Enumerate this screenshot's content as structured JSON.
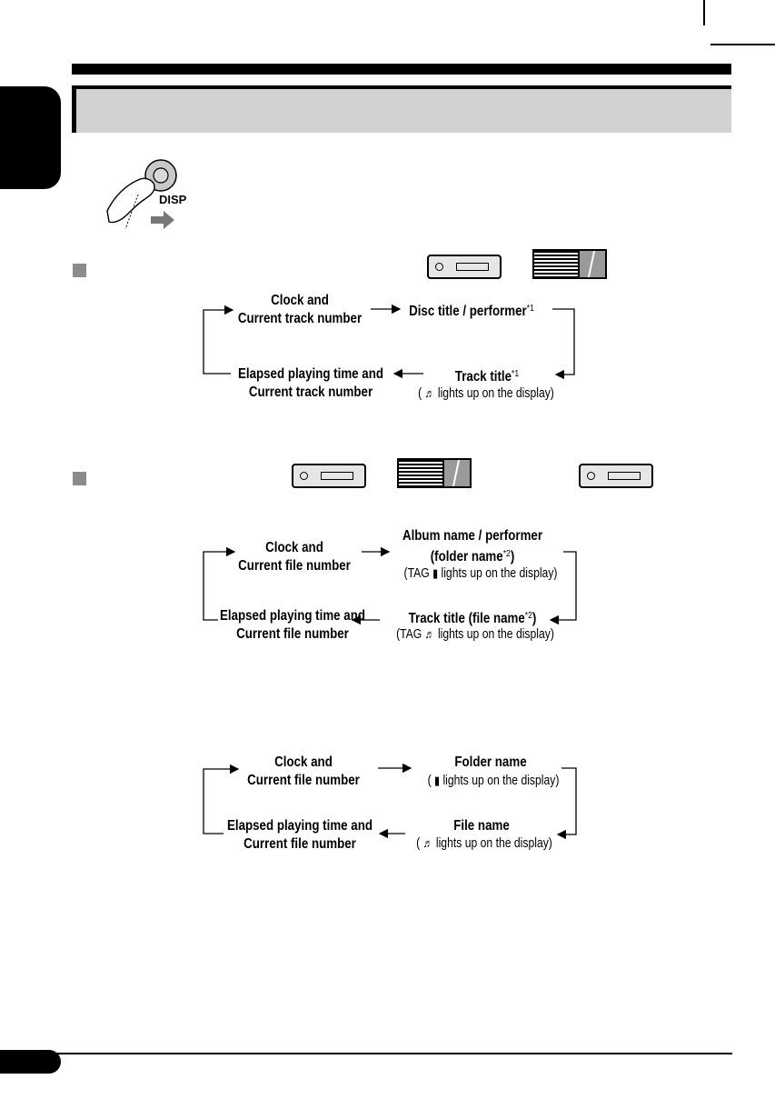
{
  "button": {
    "label": "DISP"
  },
  "diagram1": {
    "clock": [
      "Clock and",
      "Current track number"
    ],
    "disc": "Disc title / performer",
    "disc_mark": "*1",
    "track": "Track title",
    "track_mark": "*1",
    "track_note": [
      "(",
      "lights up on the display)"
    ],
    "elapsed": [
      "Elapsed playing time and",
      "Current track number"
    ]
  },
  "diagram2": {
    "clock": [
      "Clock and",
      "Current file number"
    ],
    "album": [
      "Album name / performer",
      "(folder name",
      ")"
    ],
    "album_mark": "*2",
    "album_note": [
      "(TAG",
      "lights up on the display)"
    ],
    "track": [
      "Track title (file name",
      ")"
    ],
    "track_mark": "*2",
    "track_note": [
      "(TAG",
      "lights up on the display)"
    ],
    "elapsed": [
      "Elapsed playing time and",
      "Current file number"
    ]
  },
  "diagram3": {
    "clock": [
      "Clock and",
      "Current file number"
    ],
    "folder": "Folder name",
    "folder_note": [
      "(",
      "lights up on the display)"
    ],
    "file": "File name",
    "file_note": [
      "(",
      "lights up on the display)"
    ],
    "elapsed": [
      "Elapsed playing time and",
      "Current file number"
    ]
  },
  "icons": {
    "note": "music-note-icon",
    "folder": "folder-icon"
  }
}
